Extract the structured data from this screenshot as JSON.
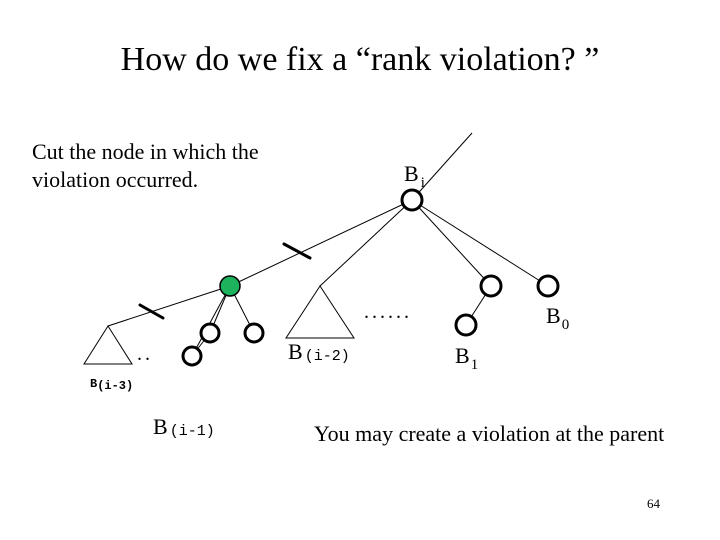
{
  "slide": {
    "title": "How do we fix a “rank violation? ”",
    "caption": "Cut the node in which the violation occurred.",
    "note": "You may create a violation at the parent",
    "page_number": "64"
  },
  "labels": {
    "b_i_base": "B",
    "b_i_sub": "i",
    "b_0_base": "B",
    "b_0_sub": "0",
    "b_1_base": "B",
    "b_1_sub": "1",
    "b_im2_base": "B",
    "b_im2_sub": "(i-2)",
    "b_im3_base": "B",
    "b_im3_sub": "(i-3)",
    "b_im1_base": "B",
    "b_im1_sub": "(i-1)",
    "dots_middle": "......",
    "dots_left": ".."
  },
  "colors": {
    "highlight_node": "#1db35c",
    "node_fill": "#ffffff",
    "stroke": "#000000"
  }
}
